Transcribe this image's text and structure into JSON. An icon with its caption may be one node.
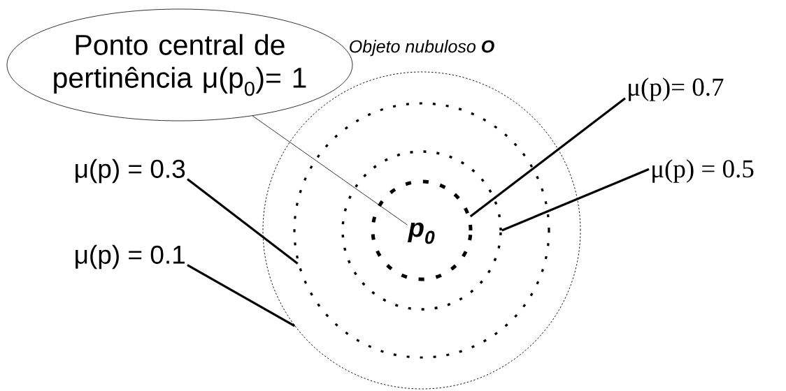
{
  "diagram": {
    "nodes": [
      {
        "text": [
          "Ponto central de pertinência μ(p$_{0}$)= 1"
        ]
      },
      {
        "text": [
          "Objeto nubuloso **O**"
        ]
      },
      {
        "text": [],
        "shape": "circle",
        "in": 1
      },
      {
        "text": [],
        "shape": "circle",
        "in": 2
      },
      {
        "text": [],
        "shape": "circle",
        "in": 3
      },
      {
        "text": [
          "p$_{0}$"
        ],
        "in": 4
      },
      {
        "text": [
          "μ(p)= 0.7"
        ]
      },
      {
        "text": [
          "μ(p) = 0.3"
        ]
      },
      {
        "text": [
          "μ(p) = 0.5"
        ]
      },
      {
        "text": [
          "μ(p) = 0.1"
        ]
      }
    ],
    "edges": [
      {
        "from": 0,
        "to": 5,
        "arrow": "none"
      },
      {
        "from": 6,
        "to": 4,
        "arrow": "none"
      },
      {
        "from": 7,
        "to": 2,
        "arrow": "none"
      },
      {
        "from": 8,
        "to": 3,
        "arrow": "none"
      },
      {
        "from": 9,
        "to": 1,
        "arrow": "none"
      }
    ]
  }
}
